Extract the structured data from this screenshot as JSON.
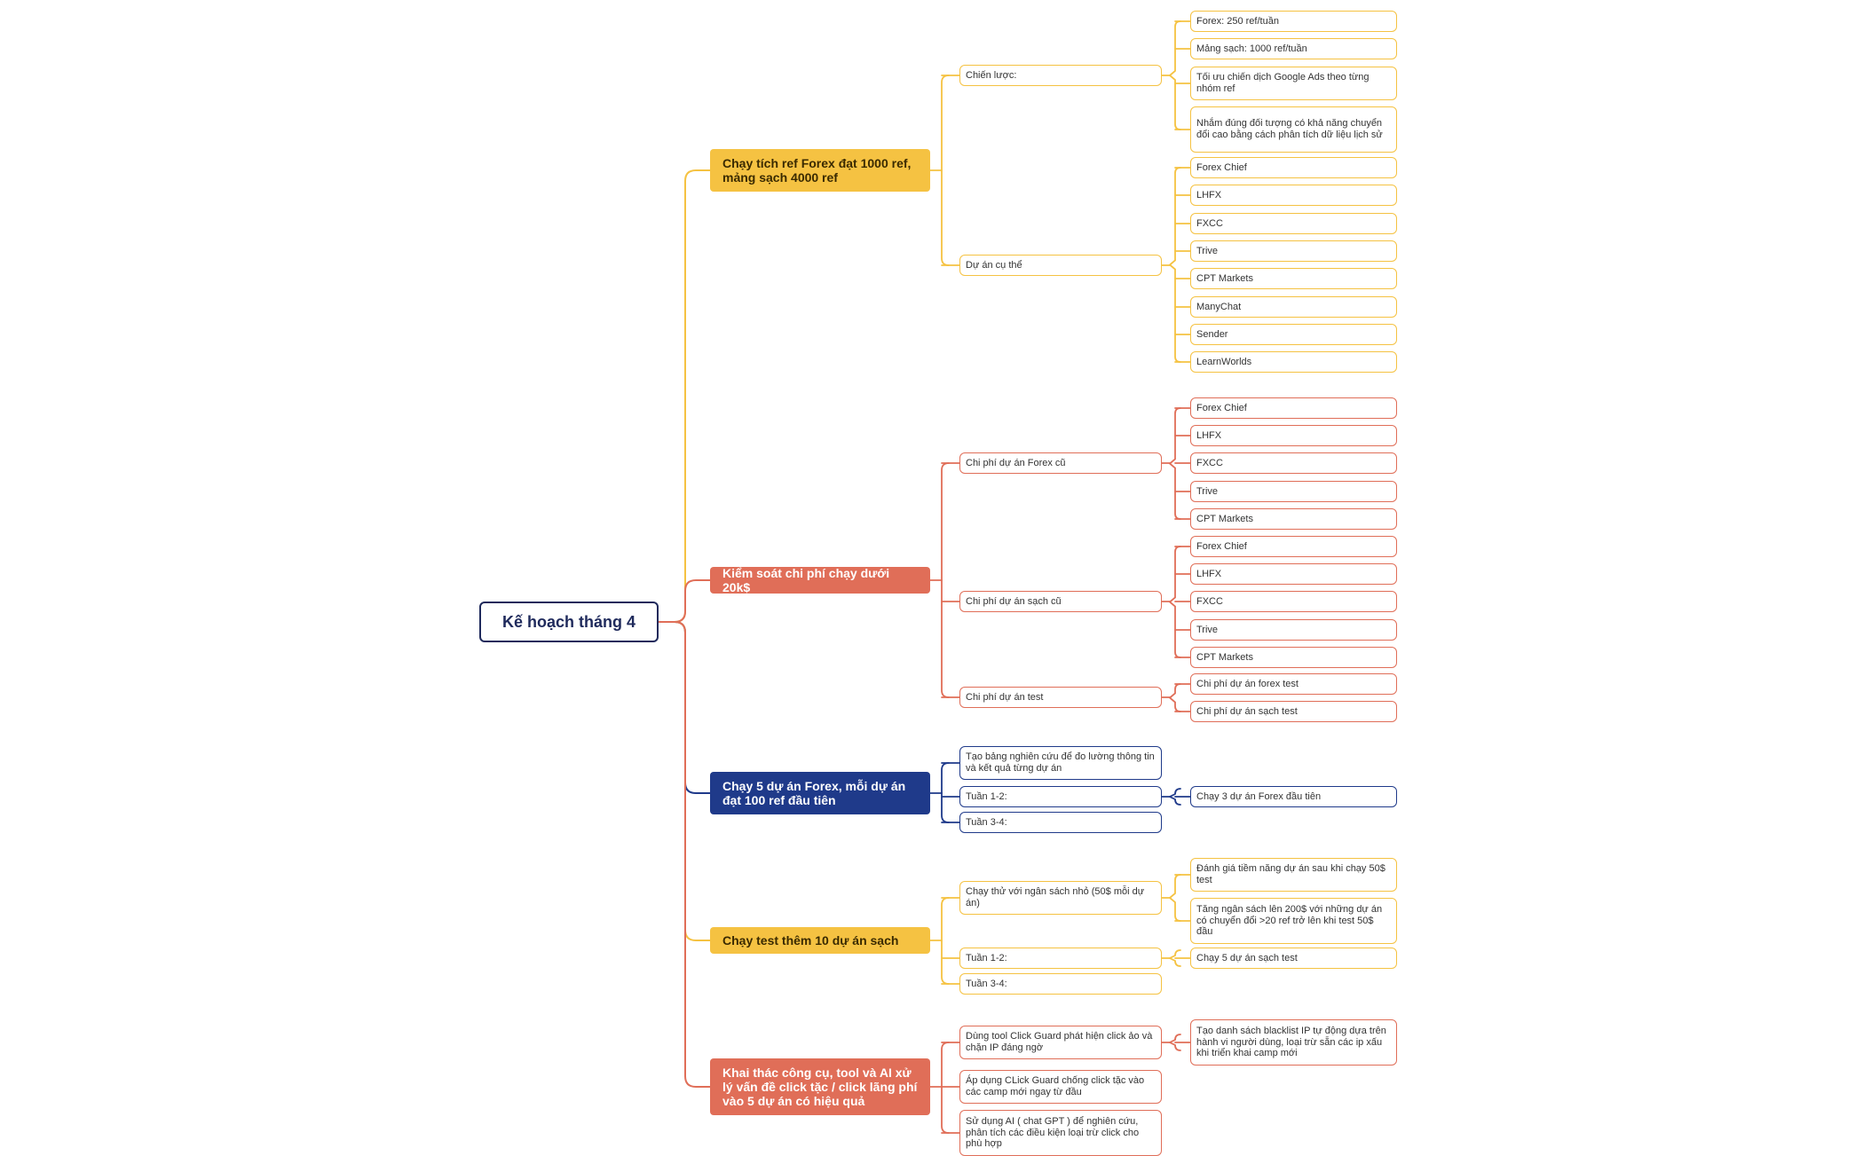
{
  "colors": {
    "yellow": "#f5c242",
    "coral": "#e06e58",
    "navy": "#1f3a8a",
    "rootBorder": "#1f2a5c"
  },
  "root": {
    "label": "Kế hoạch tháng 4"
  },
  "branches": [
    {
      "label": "Chạy tích ref Forex đạt 1000 ref, mảng sạch 4000 ref",
      "color": "yellow",
      "children": [
        {
          "label": "Chiến lược:",
          "children": [
            {
              "label": "Forex: 250 ref/tuần"
            },
            {
              "label": "Mảng sạch: 1000 ref/tuần"
            },
            {
              "label": "Tối ưu chiến dịch Google Ads theo từng nhóm ref"
            },
            {
              "label": "Nhắm đúng đối tượng có khả năng chuyển đổi cao bằng cách phân tích dữ liệu lịch sử"
            }
          ]
        },
        {
          "label": "Dự án cụ thể",
          "children": [
            {
              "label": "Forex Chief"
            },
            {
              "label": "LHFX"
            },
            {
              "label": "FXCC"
            },
            {
              "label": "Trive"
            },
            {
              "label": "CPT Markets"
            },
            {
              "label": "ManyChat"
            },
            {
              "label": "Sender"
            },
            {
              "label": "LearnWorlds"
            }
          ]
        }
      ]
    },
    {
      "label": "Kiểm soát chi phí chạy dưới 20k$",
      "color": "coral",
      "children": [
        {
          "label": "Chi phí dự án Forex cũ",
          "children": [
            {
              "label": "Forex Chief"
            },
            {
              "label": "LHFX"
            },
            {
              "label": "FXCC"
            },
            {
              "label": "Trive"
            },
            {
              "label": "CPT Markets"
            }
          ]
        },
        {
          "label": "Chi phí dự án sạch cũ",
          "children": [
            {
              "label": "Forex Chief"
            },
            {
              "label": "LHFX"
            },
            {
              "label": "FXCC"
            },
            {
              "label": "Trive"
            },
            {
              "label": "CPT Markets"
            }
          ]
        },
        {
          "label": "Chi phí dự án test",
          "children": [
            {
              "label": "Chi phí dự án forex test"
            },
            {
              "label": "Chi phí dự án sạch test"
            }
          ]
        }
      ]
    },
    {
      "label": "Chạy 5 dự án Forex, mỗi dự án đạt 100 ref đầu tiên",
      "color": "navy",
      "children": [
        {
          "label": "Tạo bảng nghiên cứu để đo lường thông tin và kết quả từng dự án",
          "children": []
        },
        {
          "label": "Tuần 1-2:",
          "children": [
            {
              "label": "Chạy 3 dự án Forex đầu tiên"
            }
          ]
        },
        {
          "label": "Tuần 3-4:",
          "children": []
        }
      ]
    },
    {
      "label": "Chạy test thêm 10 dự án sạch",
      "color": "yellow",
      "children": [
        {
          "label": "Chạy thử với ngân sách nhỏ (50$ mỗi dự án)",
          "children": [
            {
              "label": "Đánh giá tiềm năng dự án sau khi chạy 50$ test"
            },
            {
              "label": "Tăng ngân sách lên 200$ với những dự án có chuyển đổi >20 ref trở lên khi test 50$ đầu"
            }
          ]
        },
        {
          "label": "Tuần 1-2:",
          "children": [
            {
              "label": "Chạy 5 dự án sạch test"
            }
          ]
        },
        {
          "label": "Tuần 3-4:",
          "children": []
        }
      ]
    },
    {
      "label": "Khai thác công cụ, tool và AI xử lý vấn đề click tặc / click lãng phí vào 5 dự án có hiệu quả",
      "color": "coral",
      "children": [
        {
          "label": "Dùng tool Click Guard phát hiện click ảo và chặn IP đáng ngờ",
          "children": [
            {
              "label": "Tạo danh sách blacklist IP tự động dựa trên hành vi người dùng, loại trừ sẵn các ip xấu khi triển khai camp mới"
            }
          ]
        },
        {
          "label": "Áp dụng CLick Guard  chống click tặc vào các camp mới ngay từ đầu",
          "children": []
        },
        {
          "label": "Sử dụng AI ( chat GPT ) để nghiên cứu, phân tích các điều kiện loại trừ click cho phù hợp",
          "children": []
        }
      ]
    }
  ]
}
